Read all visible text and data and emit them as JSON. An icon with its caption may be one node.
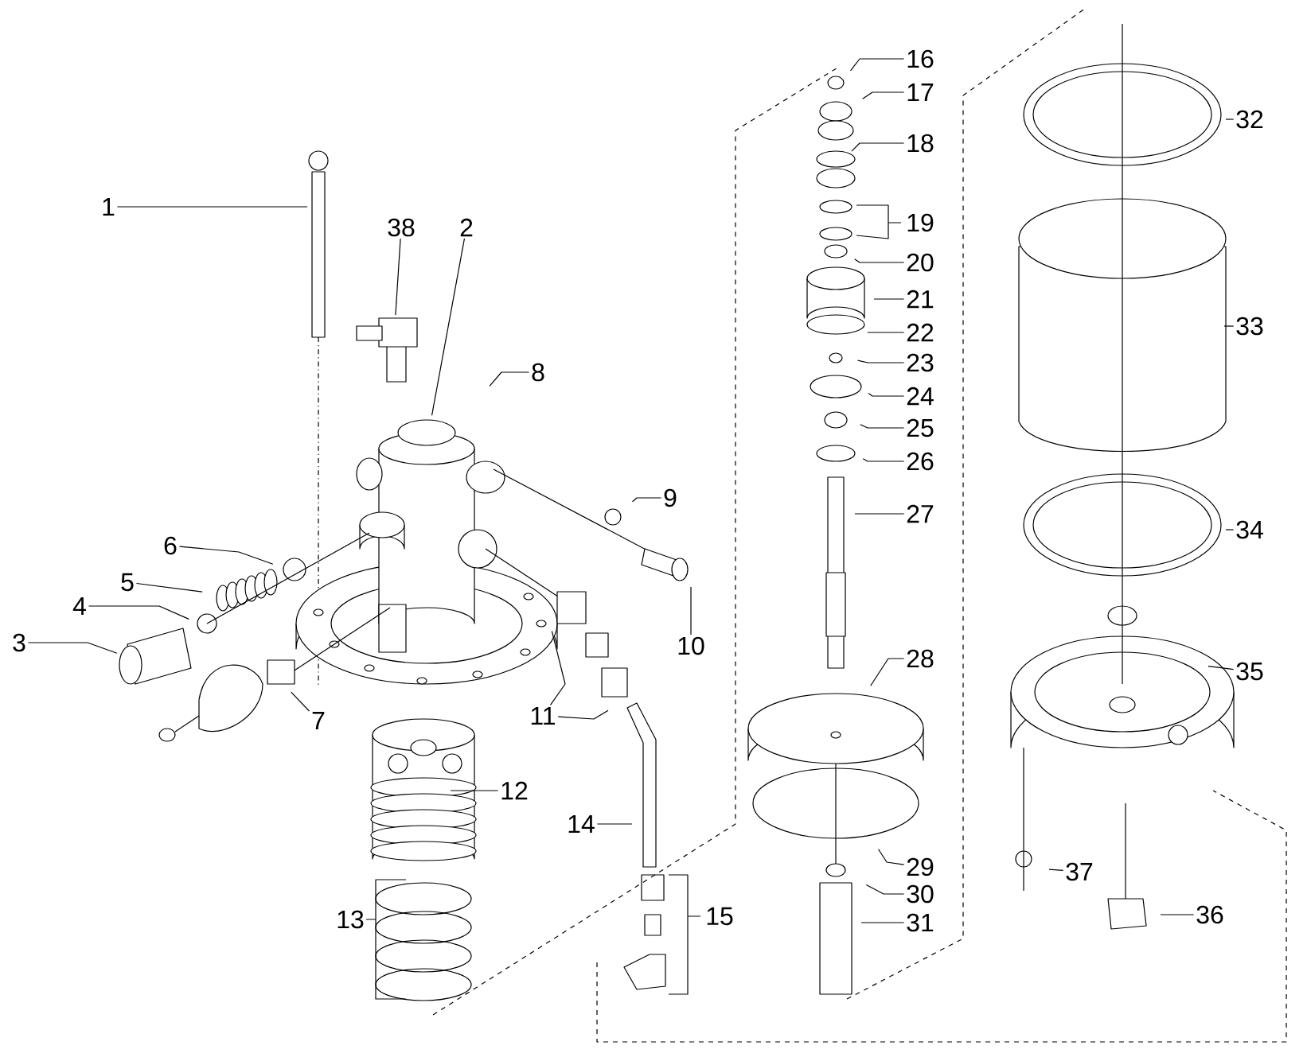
{
  "diagram": {
    "nodes": [
      {
        "text": [
          "1"
        ]
      },
      {
        "text": [
          "2"
        ]
      },
      {
        "text": [
          "3"
        ]
      },
      {
        "text": [
          "4"
        ]
      },
      {
        "text": [
          "5"
        ]
      },
      {
        "text": [
          "6"
        ]
      },
      {
        "text": [
          "7"
        ]
      },
      {
        "text": [
          "8"
        ]
      },
      {
        "text": [
          "9"
        ]
      },
      {
        "text": [
          "10"
        ]
      },
      {
        "text": [
          "11"
        ]
      },
      {
        "text": [
          "12"
        ]
      },
      {
        "text": [
          "13"
        ]
      },
      {
        "text": [
          "14"
        ]
      },
      {
        "text": [
          "15"
        ]
      },
      {
        "text": [
          "16"
        ]
      },
      {
        "text": [
          "17"
        ]
      },
      {
        "text": [
          "18"
        ]
      },
      {
        "text": [
          "19"
        ]
      },
      {
        "text": [
          "20"
        ]
      },
      {
        "text": [
          "21"
        ]
      },
      {
        "text": [
          "22"
        ]
      },
      {
        "text": [
          "23"
        ]
      },
      {
        "text": [
          "24"
        ]
      },
      {
        "text": [
          "25"
        ]
      },
      {
        "text": [
          "26"
        ]
      },
      {
        "text": [
          "27"
        ]
      },
      {
        "text": [
          "28"
        ]
      },
      {
        "text": [
          "29"
        ]
      },
      {
        "text": [
          "30"
        ]
      },
      {
        "text": [
          "31"
        ]
      },
      {
        "text": [
          "32"
        ]
      },
      {
        "text": [
          "33"
        ]
      },
      {
        "text": [
          "34"
        ]
      },
      {
        "text": [
          "35"
        ]
      },
      {
        "text": [
          "36"
        ]
      },
      {
        "text": [
          "37"
        ]
      },
      {
        "text": [
          "38"
        ]
      }
    ],
    "edges": [
      {
        "from": 0,
        "to": null,
        "arrow": "none"
      },
      {
        "from": 1,
        "to": null,
        "arrow": "none"
      },
      {
        "from": 2,
        "to": null,
        "arrow": "none"
      },
      {
        "from": 3,
        "to": null,
        "arrow": "none"
      },
      {
        "from": 4,
        "to": null,
        "arrow": "none"
      },
      {
        "from": 5,
        "to": null,
        "arrow": "none"
      },
      {
        "from": 6,
        "to": null,
        "arrow": "none"
      },
      {
        "from": 7,
        "to": null,
        "arrow": "none"
      },
      {
        "from": 8,
        "to": null,
        "arrow": "none"
      },
      {
        "from": 9,
        "to": null,
        "arrow": "none"
      },
      {
        "from": 10,
        "to": null,
        "arrow": "none"
      },
      {
        "from": 10,
        "to": null,
        "arrow": "none"
      },
      {
        "from": 11,
        "to": null,
        "arrow": "none"
      },
      {
        "from": 13,
        "to": null,
        "arrow": "none"
      },
      {
        "from": 15,
        "to": null,
        "arrow": "none"
      },
      {
        "from": 16,
        "to": null,
        "arrow": "none"
      },
      {
        "from": 17,
        "to": null,
        "arrow": "none"
      },
      {
        "from": 19,
        "to": null,
        "arrow": "none"
      },
      {
        "from": 20,
        "to": null,
        "arrow": "none"
      },
      {
        "from": 21,
        "to": null,
        "arrow": "none"
      },
      {
        "from": 22,
        "to": null,
        "arrow": "none"
      },
      {
        "from": 23,
        "to": null,
        "arrow": "none"
      },
      {
        "from": 24,
        "to": null,
        "arrow": "none"
      },
      {
        "from": 25,
        "to": null,
        "arrow": "none"
      },
      {
        "from": 26,
        "to": null,
        "arrow": "none"
      },
      {
        "from": 27,
        "to": null,
        "arrow": "none"
      },
      {
        "from": 28,
        "to": null,
        "arrow": "none"
      },
      {
        "from": 29,
        "to": null,
        "arrow": "none"
      },
      {
        "from": 30,
        "to": null,
        "arrow": "none"
      },
      {
        "from": 31,
        "to": null,
        "arrow": "none"
      },
      {
        "from": 32,
        "to": null,
        "arrow": "none"
      },
      {
        "from": 33,
        "to": null,
        "arrow": "none"
      },
      {
        "from": 34,
        "to": null,
        "arrow": "none"
      },
      {
        "from": 35,
        "to": null,
        "arrow": "none"
      },
      {
        "from": 36,
        "to": null,
        "arrow": "none"
      },
      {
        "from": 37,
        "to": null,
        "arrow": "none"
      }
    ]
  }
}
